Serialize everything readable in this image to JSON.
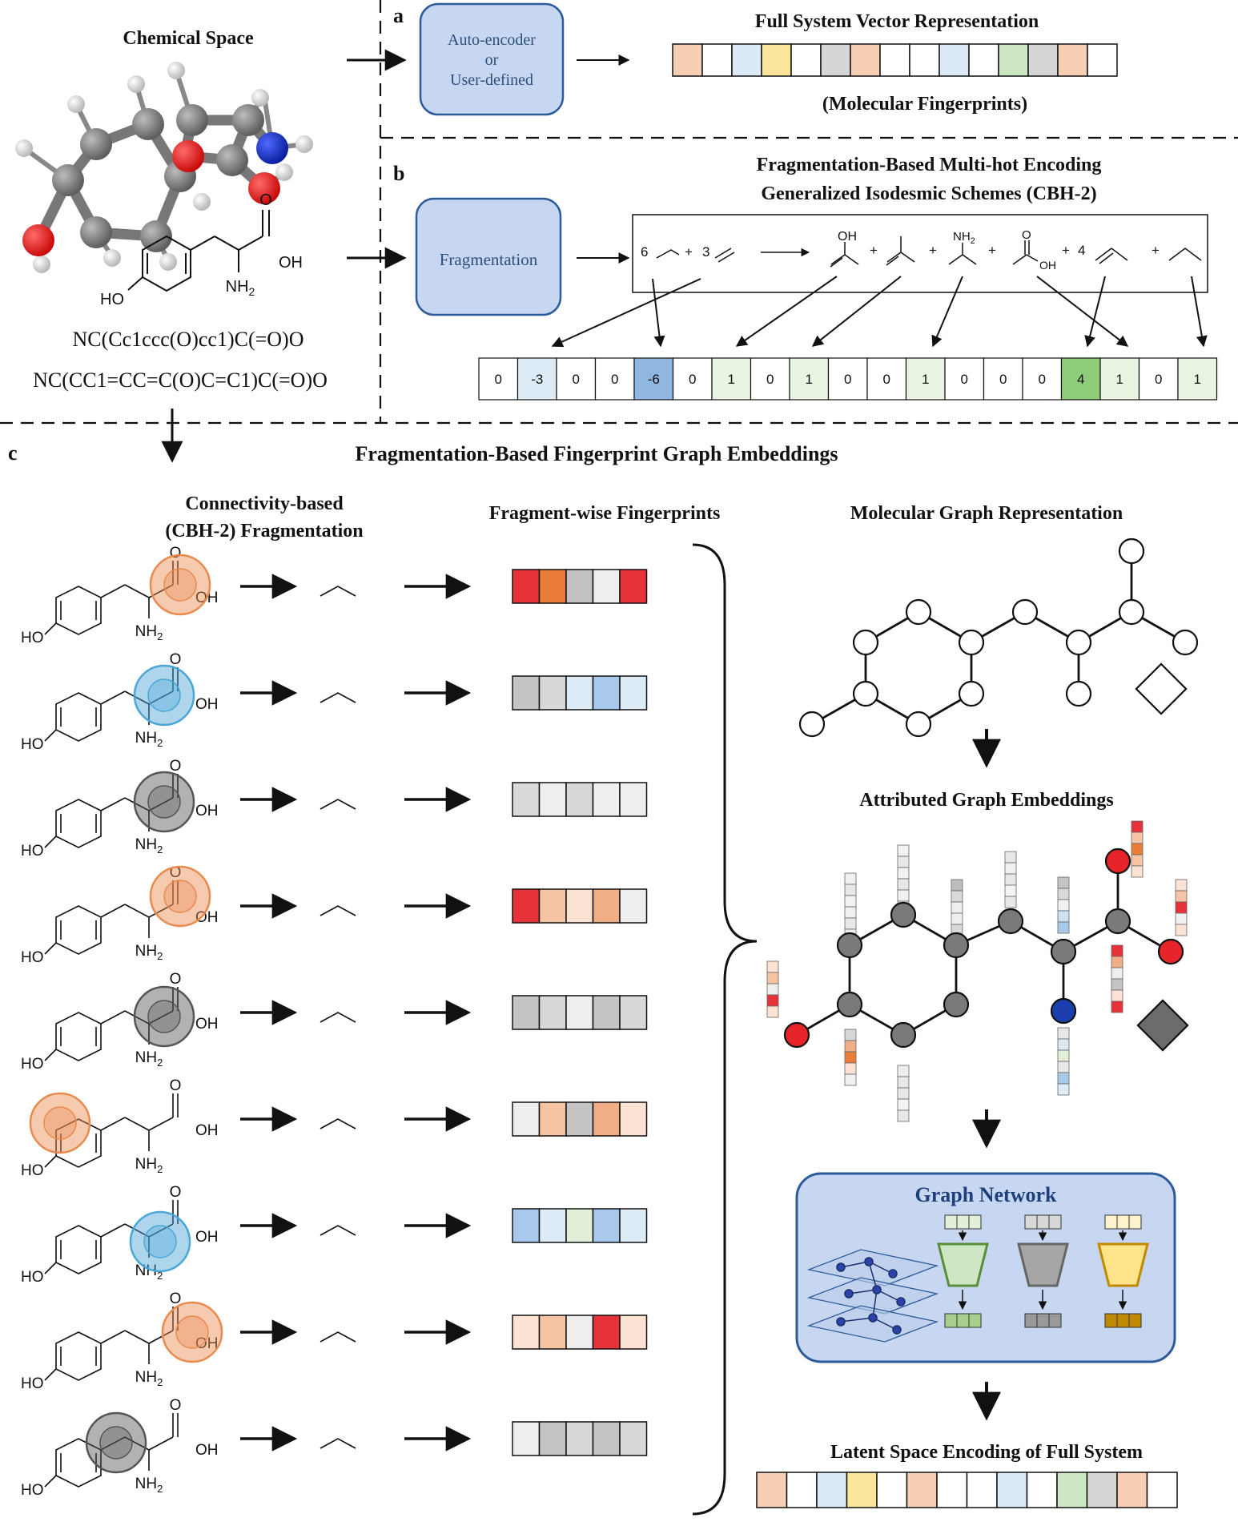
{
  "panel_a": {
    "label": "a",
    "box_lines": [
      "Auto-encoder",
      "or",
      "User-defined"
    ],
    "title": "Full System Vector Representation",
    "caption": "(Molecular Fingerprints)",
    "vector_colors": [
      "#f7cfb4",
      "#ffffff",
      "#dce9f6",
      "#fae69a",
      "#ffffff",
      "#d6d6d6",
      "#f7cfb4",
      "#ffffff",
      "#ffffff",
      "#dce9f6",
      "#ffffff",
      "#cde6c3",
      "#d6d6d6",
      "#f7cfb4",
      "#ffffff"
    ]
  },
  "panel_b": {
    "label": "b",
    "box": "Fragmentation",
    "title_lines": [
      "Fragmentation-Based Multi-hot Encoding",
      "Generalized Isodesmic Schemes (CBH-2)"
    ],
    "equation": {
      "coef_left_1": "6",
      "plus_1": "+",
      "coef_left_2": "3",
      "plus_a": "+",
      "plus_b": "+",
      "plus_c": "+",
      "plus_d": "+",
      "coef_right_4": "4",
      "plus_e": "+"
    },
    "vector_values": [
      "0",
      "-3",
      "0",
      "0",
      "-6",
      "0",
      "1",
      "0",
      "1",
      "0",
      "0",
      "1",
      "0",
      "0",
      "0",
      "4",
      "1",
      "0",
      "1"
    ],
    "vector_colors": [
      "#ffffff",
      "#ddebf7",
      "#ffffff",
      "#ffffff",
      "#8fb7e0",
      "#ffffff",
      "#eaf4e2",
      "#ffffff",
      "#eaf4e2",
      "#ffffff",
      "#ffffff",
      "#eaf4e2",
      "#ffffff",
      "#ffffff",
      "#ffffff",
      "#8fcc7a",
      "#eaf4e2",
      "#ffffff",
      "#eaf4e2"
    ]
  },
  "left": {
    "title": "Chemical Space",
    "smiles_1": "NC(Cc1ccc(O)cc1)C(=O)O",
    "smiles_2": "NC(CC1=CC=C(O)C=C1)C(=O)O"
  },
  "panel_c": {
    "label": "c",
    "title": "Fragmentation-Based Fingerprint Graph Embeddings",
    "col1_lines": [
      "Connectivity-based",
      "(CBH-2) Fragmentation"
    ],
    "col2": "Fragment-wise Fingerprints",
    "col3": "Molecular Graph Representation",
    "attributed": "Attributed Graph Embeddings",
    "graph_network": "Graph Network",
    "latent": "Latent Space Encoding of Full System",
    "rows": [
      {
        "highlight": "#e98a4e",
        "colors": [
          "#e8323a",
          "#eb7d3b",
          "#c1c1c1",
          "#eeeeee",
          "#e8323a"
        ]
      },
      {
        "highlight": "#4aa5d8",
        "colors": [
          "#c4c4c4",
          "#d8d8d8",
          "#ddebf7",
          "#a8c8ec",
          "#ddebf7"
        ]
      },
      {
        "highlight": "#555555",
        "colors": [
          "#dadada",
          "#eeeeee",
          "#d8d8d8",
          "#eeeeee",
          "#eeeeee"
        ]
      },
      {
        "highlight": "#e98a4e",
        "colors": [
          "#e8323a",
          "#f6c3a3",
          "#fbe2d3",
          "#f1ae86",
          "#eeeeee"
        ]
      },
      {
        "highlight": "#555555",
        "colors": [
          "#c4c4c4",
          "#d8d8d8",
          "#eeeeee",
          "#c4c4c4",
          "#d8d8d8"
        ]
      },
      {
        "highlight": "#e98a4e",
        "colors": [
          "#eeeeee",
          "#f6c3a3",
          "#c4c4c4",
          "#f1ae86",
          "#fbe2d3"
        ]
      },
      {
        "highlight": "#4aa5d8",
        "colors": [
          "#a8c8ec",
          "#ddebf7",
          "#e2efd9",
          "#a8c8ec",
          "#ddebf7"
        ]
      },
      {
        "highlight": "#e98a4e",
        "colors": [
          "#fbe2d3",
          "#f6c3a3",
          "#eeeeee",
          "#e8323a",
          "#fbe2d3"
        ]
      },
      {
        "highlight": "#555555",
        "colors": [
          "#eeeeee",
          "#c4c4c4",
          "#d8d8d8",
          "#c4c4c4",
          "#d8d8d8"
        ]
      }
    ],
    "latent_colors": [
      "#f7cfb4",
      "#ffffff",
      "#dce9f6",
      "#fae69a",
      "#ffffff",
      "#f7cfb4",
      "#ffffff",
      "#ffffff",
      "#dce9f6",
      "#ffffff",
      "#cde6c3",
      "#d6d6d6",
      "#f7cfb4",
      "#ffffff"
    ]
  },
  "atom_labels": {
    "oh": "OH",
    "nh2": "NH",
    "nh2_sub": "2",
    "ho": "HO",
    "o": "O",
    "h": "H"
  }
}
